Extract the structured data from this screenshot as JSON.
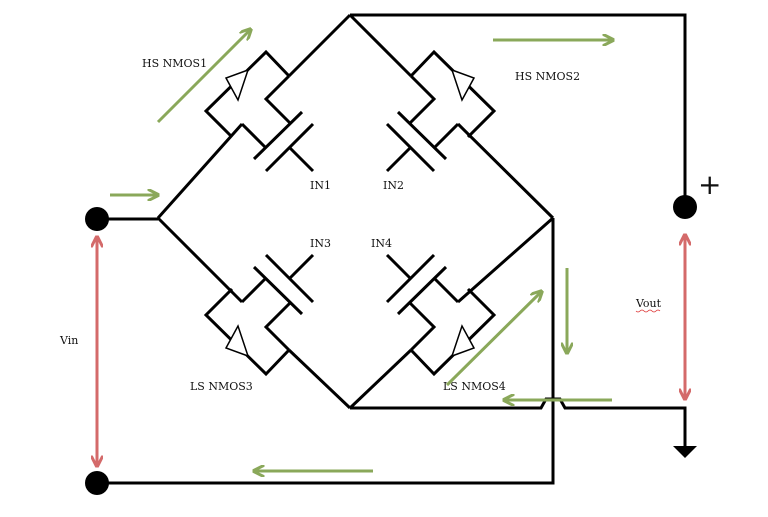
{
  "labels": {
    "hs1": "HS NMOS1",
    "hs2": "HS NMOS2",
    "ls3": "LS NMOS3",
    "ls4": "LS NMOS4",
    "in1": "IN1",
    "in2": "IN2",
    "in3": "IN3",
    "in4": "IN4",
    "vin": "Vin",
    "vout": "Vout",
    "plus": "+"
  },
  "colors": {
    "wire": "#000000",
    "current_arrow": "#8aa85a",
    "voltage_arrow": "#d46a6a"
  }
}
